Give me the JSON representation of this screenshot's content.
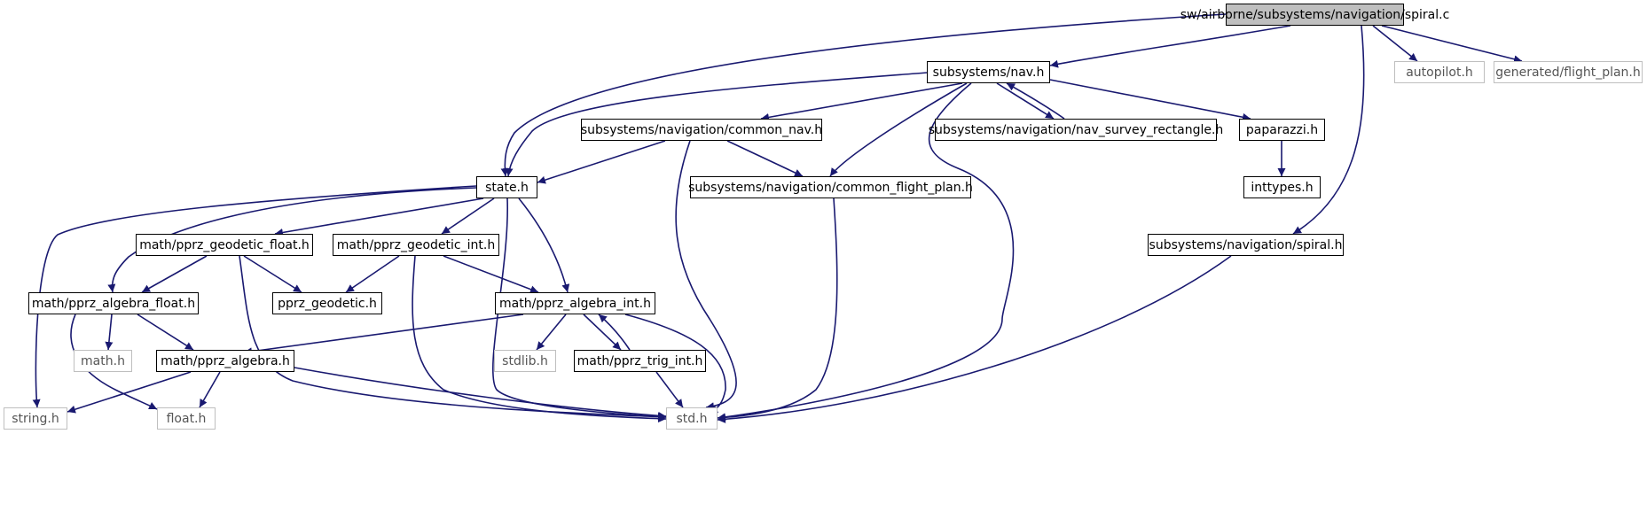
{
  "graph": {
    "nodes": {
      "root": {
        "label": "sw/airborne/subsystems/navigation/spiral.c",
        "kind": "root"
      },
      "nav": {
        "label": "subsystems/nav.h",
        "kind": "doc"
      },
      "autopilot": {
        "label": "autopilot.h",
        "kind": "external"
      },
      "flight_plan": {
        "label": "generated/flight_plan.h",
        "kind": "external"
      },
      "common_nav": {
        "label": "subsystems/navigation/common_nav.h",
        "kind": "doc"
      },
      "survey": {
        "label": "subsystems/navigation/nav_survey_rectangle.h",
        "kind": "doc"
      },
      "paparazzi": {
        "label": "paparazzi.h",
        "kind": "doc"
      },
      "state": {
        "label": "state.h",
        "kind": "doc"
      },
      "cfp": {
        "label": "subsystems/navigation/common_flight_plan.h",
        "kind": "doc"
      },
      "inttypes": {
        "label": "inttypes.h",
        "kind": "doc"
      },
      "geo_float": {
        "label": "math/pprz_geodetic_float.h",
        "kind": "doc"
      },
      "geo_int": {
        "label": "math/pprz_geodetic_int.h",
        "kind": "doc"
      },
      "spiral_h": {
        "label": "subsystems/navigation/spiral.h",
        "kind": "doc"
      },
      "alg_float": {
        "label": "math/pprz_algebra_float.h",
        "kind": "doc"
      },
      "geodetic": {
        "label": "pprz_geodetic.h",
        "kind": "doc"
      },
      "alg_int": {
        "label": "math/pprz_algebra_int.h",
        "kind": "doc"
      },
      "math": {
        "label": "math.h",
        "kind": "external"
      },
      "alg": {
        "label": "math/pprz_algebra.h",
        "kind": "doc"
      },
      "stdlib": {
        "label": "stdlib.h",
        "kind": "external"
      },
      "trig": {
        "label": "math/pprz_trig_int.h",
        "kind": "doc"
      },
      "string": {
        "label": "string.h",
        "kind": "external"
      },
      "float": {
        "label": "float.h",
        "kind": "external"
      },
      "std": {
        "label": "std.h",
        "kind": "external"
      }
    },
    "edges": [
      [
        "root",
        "nav"
      ],
      [
        "root",
        "state"
      ],
      [
        "root",
        "autopilot"
      ],
      [
        "root",
        "flight_plan"
      ],
      [
        "root",
        "spiral_h"
      ],
      [
        "nav",
        "state"
      ],
      [
        "nav",
        "common_nav"
      ],
      [
        "nav",
        "cfp"
      ],
      [
        "nav",
        "survey"
      ],
      [
        "nav",
        "paparazzi"
      ],
      [
        "nav",
        "std"
      ],
      [
        "survey",
        "nav"
      ],
      [
        "common_nav",
        "state"
      ],
      [
        "common_nav",
        "cfp"
      ],
      [
        "common_nav",
        "std"
      ],
      [
        "paparazzi",
        "inttypes"
      ],
      [
        "cfp",
        "std"
      ],
      [
        "spiral_h",
        "std"
      ],
      [
        "state",
        "geo_float"
      ],
      [
        "state",
        "geo_int"
      ],
      [
        "state",
        "alg_float"
      ],
      [
        "state",
        "alg_int"
      ],
      [
        "state",
        "string"
      ],
      [
        "state",
        "std"
      ],
      [
        "geo_float",
        "alg_float"
      ],
      [
        "geo_float",
        "geodetic"
      ],
      [
        "geo_float",
        "std"
      ],
      [
        "geo_int",
        "geodetic"
      ],
      [
        "geo_int",
        "alg_int"
      ],
      [
        "geo_int",
        "std"
      ],
      [
        "alg_float",
        "math"
      ],
      [
        "alg_float",
        "alg"
      ],
      [
        "alg_float",
        "float"
      ],
      [
        "alg_int",
        "stdlib"
      ],
      [
        "alg_int",
        "trig"
      ],
      [
        "alg_int",
        "alg"
      ],
      [
        "alg_int",
        "std"
      ],
      [
        "trig",
        "alg_int"
      ],
      [
        "trig",
        "std"
      ],
      [
        "alg",
        "string"
      ],
      [
        "alg",
        "float"
      ],
      [
        "alg",
        "std"
      ]
    ]
  }
}
